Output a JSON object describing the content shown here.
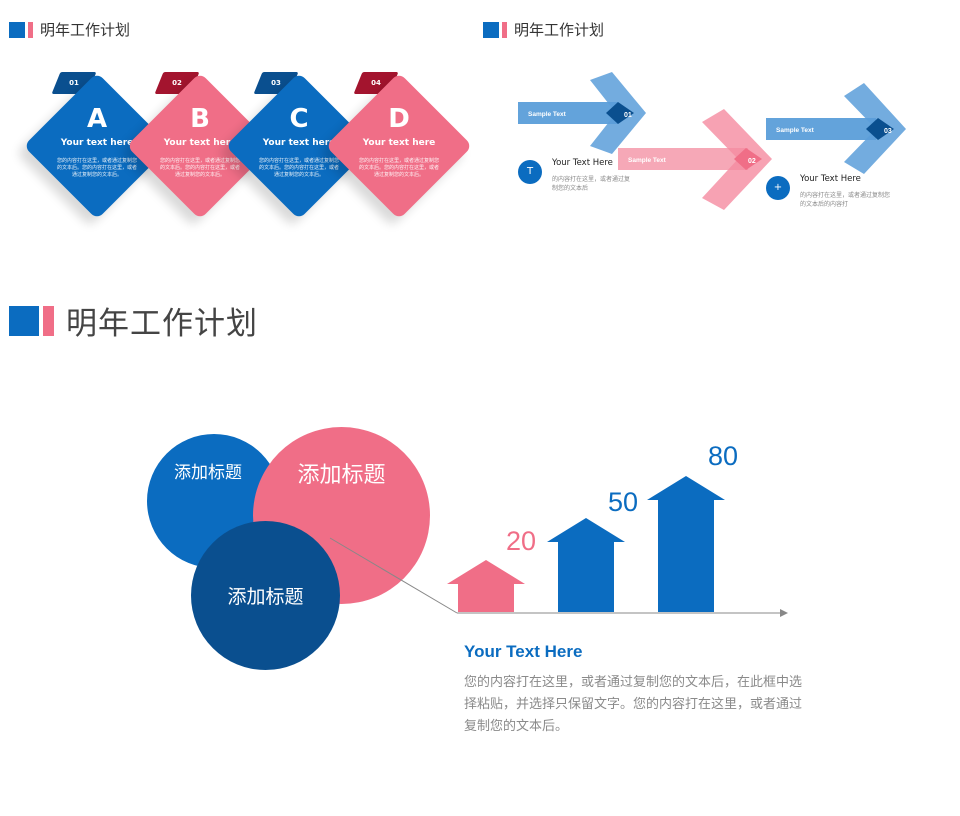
{
  "header_small_left": {
    "title": "明年工作计划"
  },
  "header_small_right": {
    "title": "明年工作计划"
  },
  "header_big": {
    "title": "明年工作计划"
  },
  "diamonds": [
    {
      "num": "01",
      "letter": "A",
      "sub": "Your text here",
      "desc": "您的内容打在这里，或者通过复制您的文本后。您的内容打在这里，或者通过复制您的文本后。",
      "color": "#0b6cc0",
      "tab_color": "#0a4f8f"
    },
    {
      "num": "02",
      "letter": "B",
      "sub": "Your text here",
      "desc": "您的内容打在这里，或者通过复制您的文本后。您的内容打在这里，或者通过复制您的文本后。",
      "color": "#f06e87",
      "tab_color": "#a3142e"
    },
    {
      "num": "03",
      "letter": "C",
      "sub": "Your text here",
      "desc": "您的内容打在这里，或者通过复制您的文本后。您的内容打在这里，或者通过复制您的文本后。",
      "color": "#0b6cc0",
      "tab_color": "#0a4f8f"
    },
    {
      "num": "04",
      "letter": "D",
      "sub": "Your text here",
      "desc": "您的内容打在这里，或者通过复制您的文本后。您的内容打在这里，或者通过复制您的文本后。",
      "color": "#f06e87",
      "tab_color": "#a3142e"
    }
  ],
  "arrows": [
    {
      "label": "Sample Text",
      "num": "01"
    },
    {
      "label": "Sample Text",
      "num": "02"
    },
    {
      "label": "Sample Text",
      "num": "03"
    }
  ],
  "arrow_notes": [
    {
      "icon": "T",
      "title": "Your Text Here",
      "desc": "的内容打在这里，或者通过复制您的文本后"
    },
    {
      "icon": "+",
      "title": "Your Text Here",
      "desc": "的内容打在这里，或者通过复制您的文本后的内容打"
    }
  ],
  "circles": [
    {
      "label": "添加标题"
    },
    {
      "label": "添加标题"
    },
    {
      "label": "添加标题"
    }
  ],
  "bars": [
    {
      "value": "20",
      "color": "#f06e87"
    },
    {
      "value": "50",
      "color": "#0b6cc0"
    },
    {
      "value": "80",
      "color": "#0b6cc0"
    }
  ],
  "bottom": {
    "title": "Your Text Here",
    "desc": "您的内容打在这里，或者通过复制您的文本后，在此框中选择粘贴，并选择只保留文字。您的内容打在这里，或者通过复制您的文本后。"
  },
  "colors": {
    "blue": "#0b6cc0",
    "pink": "#f06e87",
    "dark_blue": "#0a4f8f"
  }
}
